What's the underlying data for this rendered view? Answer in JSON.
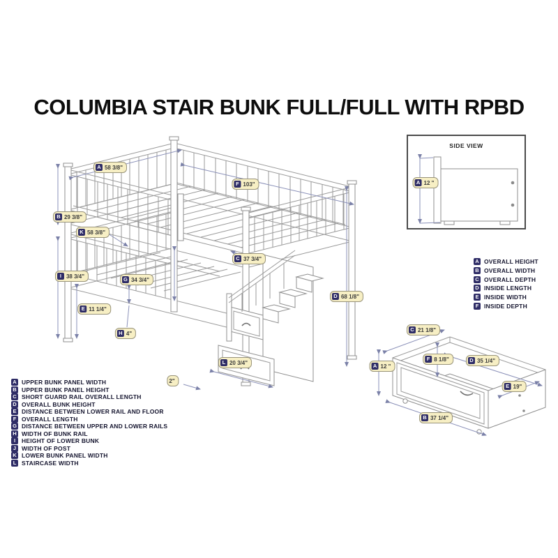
{
  "title": "COLUMBIA STAIR BUNK FULL/FULL WITH RPBD",
  "colors": {
    "background": "#ffffff",
    "badge_bg": "#2e2c66",
    "badge_text": "#ffffff",
    "label_pill_bg": "#f7efc4",
    "label_pill_border": "#98937a",
    "drawing_line": "#9a9a9a",
    "dimension_line": "#8a90b8",
    "legend_text": "#14142e",
    "title_text": "#0d0d0d"
  },
  "main_diagram": {
    "name": "stair bunk isometric view",
    "labels": [
      {
        "letter": "A",
        "value": "58 3/8\""
      },
      {
        "letter": "F",
        "value": "103\""
      },
      {
        "letter": "B",
        "value": "29 3/8\""
      },
      {
        "letter": "K",
        "value": "58 3/8\""
      },
      {
        "letter": "C",
        "value": "37 3/4\""
      },
      {
        "letter": "I",
        "value": "38 3/4\""
      },
      {
        "letter": "G",
        "value": "34 3/4\""
      },
      {
        "letter": "D",
        "value": "68 1/8\""
      },
      {
        "letter": "E",
        "value": "11 1/4\""
      },
      {
        "letter": "H",
        "value": "4\""
      },
      {
        "letter": "L",
        "value": "20 3/4\""
      },
      {
        "letter": "",
        "value": "2\""
      }
    ]
  },
  "side_view": {
    "title": "SIDE VIEW",
    "labels": [
      {
        "letter": "A",
        "value": "12 \""
      }
    ]
  },
  "drawer_diagram": {
    "name": "raised panel bed drawer isometric view",
    "labels": [
      {
        "letter": "C",
        "value": "21 1/8\""
      },
      {
        "letter": "A",
        "value": "12 \""
      },
      {
        "letter": "F",
        "value": "8 1/8\""
      },
      {
        "letter": "D",
        "value": "35 1/4\""
      },
      {
        "letter": "E",
        "value": "19\""
      },
      {
        "letter": "B",
        "value": "37 1/4\""
      }
    ]
  },
  "right_legend": {
    "items": [
      {
        "letter": "A",
        "label": "OVERALL HEIGHT"
      },
      {
        "letter": "B",
        "label": "OVERALL WIDTH"
      },
      {
        "letter": "C",
        "label": "OVERALL DEPTH"
      },
      {
        "letter": "D",
        "label": "INSIDE LENGTH"
      },
      {
        "letter": "E",
        "label": "INSIDE WIDTH"
      },
      {
        "letter": "F",
        "label": "INSIDE DEPTH"
      }
    ]
  },
  "bottom_legend": {
    "items": [
      {
        "letter": "A",
        "label": "UPPER BUNK PANEL WIDTH"
      },
      {
        "letter": "B",
        "label": "UPPER BUNK PANEL HEIGHT"
      },
      {
        "letter": "C",
        "label": "SHORT GUARD RAIL OVERALL LENGTH"
      },
      {
        "letter": "D",
        "label": "OVERALL BUNK HEIGHT"
      },
      {
        "letter": "E",
        "label": "DISTANCE BETWEEN LOWER RAIL AND FLOOR"
      },
      {
        "letter": "F",
        "label": "OVERALL LENGTH"
      },
      {
        "letter": "G",
        "label": "DISTANCE BETWEEN UPPER AND LOWER RAILS"
      },
      {
        "letter": "H",
        "label": "WIDTH OF BUNK RAIL"
      },
      {
        "letter": "I",
        "label": "HEIGHT OF LOWER BUNK"
      },
      {
        "letter": "J",
        "label": "WIDTH OF POST"
      },
      {
        "letter": "K",
        "label": "LOWER BUNK PANEL WIDTH"
      },
      {
        "letter": "L",
        "label": "STAIRCASE WIDTH"
      }
    ]
  }
}
